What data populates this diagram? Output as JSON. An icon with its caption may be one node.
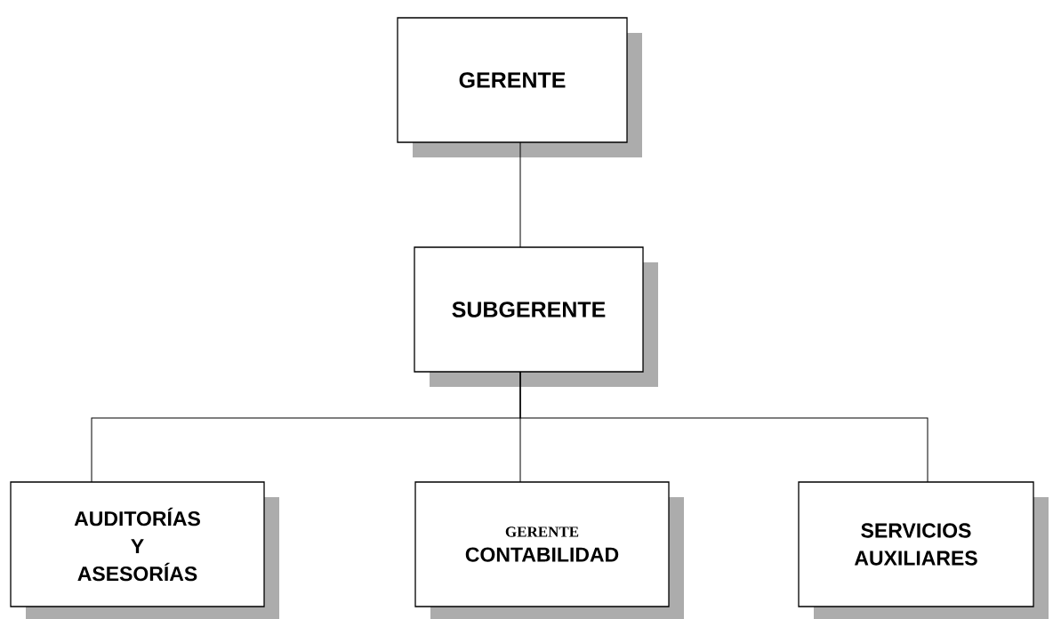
{
  "diagram": {
    "nodes": [
      {
        "text": [
          "GERENTE"
        ]
      },
      {
        "text": [
          "SUBGERENTE"
        ]
      },
      {
        "text": [
          "AUDITORÍAS Y ASESORÍAS"
        ]
      },
      {
        "text": [
          "GERENTE",
          "CONTABILIDAD"
        ]
      },
      {
        "text": [
          "SERVICIOS AUXILIARES"
        ]
      }
    ],
    "edges": [
      {
        "from": 0,
        "to": 1,
        "arrow": "none"
      },
      {
        "from": 1,
        "to": 2,
        "arrow": "none"
      },
      {
        "from": 1,
        "to": 3,
        "arrow": "none"
      },
      {
        "from": 1,
        "to": 4,
        "arrow": "none"
      }
    ]
  }
}
